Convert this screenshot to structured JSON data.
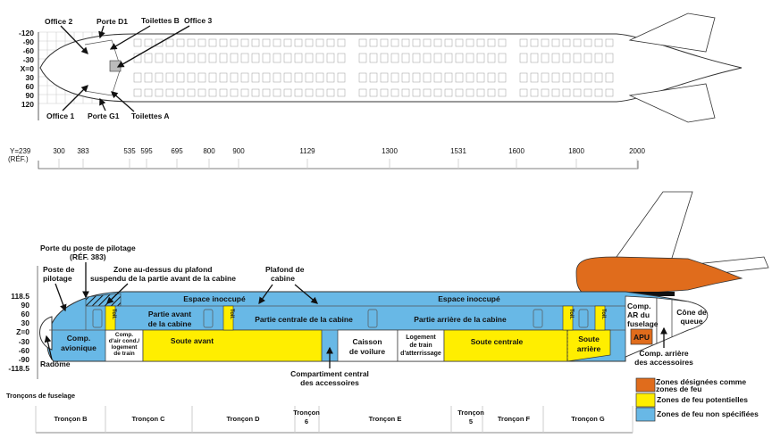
{
  "colors": {
    "fire_zone": "#e06c1c",
    "potential": "#ffee00",
    "unspecified": "#68b8e6"
  },
  "plan_view": {
    "x_axis": [
      "-120",
      "-90",
      "-60",
      "-30",
      "X=0",
      "30",
      "60",
      "90",
      "120"
    ],
    "callouts": {
      "office2": "Office 2",
      "porte_d1": "Porte D1",
      "toilettes_b": "Toilettes B",
      "office3": "Office 3",
      "office1": "Office 1",
      "porte_g1": "Porte G1",
      "toilettes_a": "Toilettes A"
    }
  },
  "y_scale": {
    "first_label": "Y=239",
    "ref_label": "(RÉF.)",
    "ticks": [
      "300",
      "383",
      "535",
      "595",
      "695",
      "800",
      "900",
      "1129",
      "1300",
      "1531",
      "1600",
      "1800",
      "2000"
    ]
  },
  "side_view": {
    "z_axis": [
      "118.5",
      "90",
      "60",
      "30",
      "Z=0",
      "-30",
      "-60",
      "-90",
      "-118.5"
    ],
    "callouts": {
      "porte_poste_1": "Porte du poste de pilotage",
      "porte_poste_2": "(RÉF. 383)",
      "poste_1": "Poste de",
      "poste_2": "pilotage",
      "zone_plafond_1": "Zone au-dessus du plafond",
      "zone_plafond_2": "suspendu de la partie avant de la cabine",
      "plafond_1": "Plafond de",
      "plafond_2": "cabine",
      "radome": "Radôme",
      "central_acc_1": "Compartiment central",
      "central_acc_2": "des accessoires",
      "arr_acc_1": "Comp. arrière",
      "arr_acc_2": "des accessoires"
    },
    "zones": {
      "espace1": "Espace inoccupé",
      "espace2": "Espace inoccupé",
      "avant_1": "Partie avant",
      "avant_2": "de la cabine",
      "centrale": "Partie centrale de la cabine",
      "arriere": "Partie arrière de la cabine",
      "toil": "Toil.",
      "avionique_1": "Comp.",
      "avionique_2": "avionique",
      "air_1": "Comp.",
      "air_2": "d'air cond./",
      "air_3": "logement",
      "air_4": "de train",
      "soute_avant": "Soute avant",
      "caisson_1": "Caisson",
      "caisson_2": "de voilure",
      "train_1": "Logement",
      "train_2": "de train",
      "train_3": "d'atterrissage",
      "soute_centrale": "Soute centrale",
      "soute_arr_1": "Soute",
      "soute_arr_2": "arrière",
      "comp_ar_1": "Comp.",
      "comp_ar_2": "AR du",
      "comp_ar_3": "fuselage",
      "apu": "APU",
      "cone_1": "Cône de",
      "cone_2": "queue"
    }
  },
  "sections": {
    "title": "Tronçons de fuselage",
    "items": [
      "Tronçon B",
      "Tronçon C",
      "Tronçon D",
      "Tronçon\n6",
      "Tronçon E",
      "Tronçon\n5",
      "Tronçon F",
      "Tronçon G"
    ],
    "t6_a": "Tronçon",
    "t6_b": "6",
    "t5_a": "Tronçon",
    "t5_b": "5"
  },
  "legend": [
    {
      "line1": "Zones désignées comme",
      "line2": "zones de feu",
      "color": "#e06c1c"
    },
    {
      "line1": "Zones de feu potentielles",
      "color": "#ffee00"
    },
    {
      "line1": "Zones de feu non spécifiées",
      "color": "#68b8e6"
    }
  ]
}
